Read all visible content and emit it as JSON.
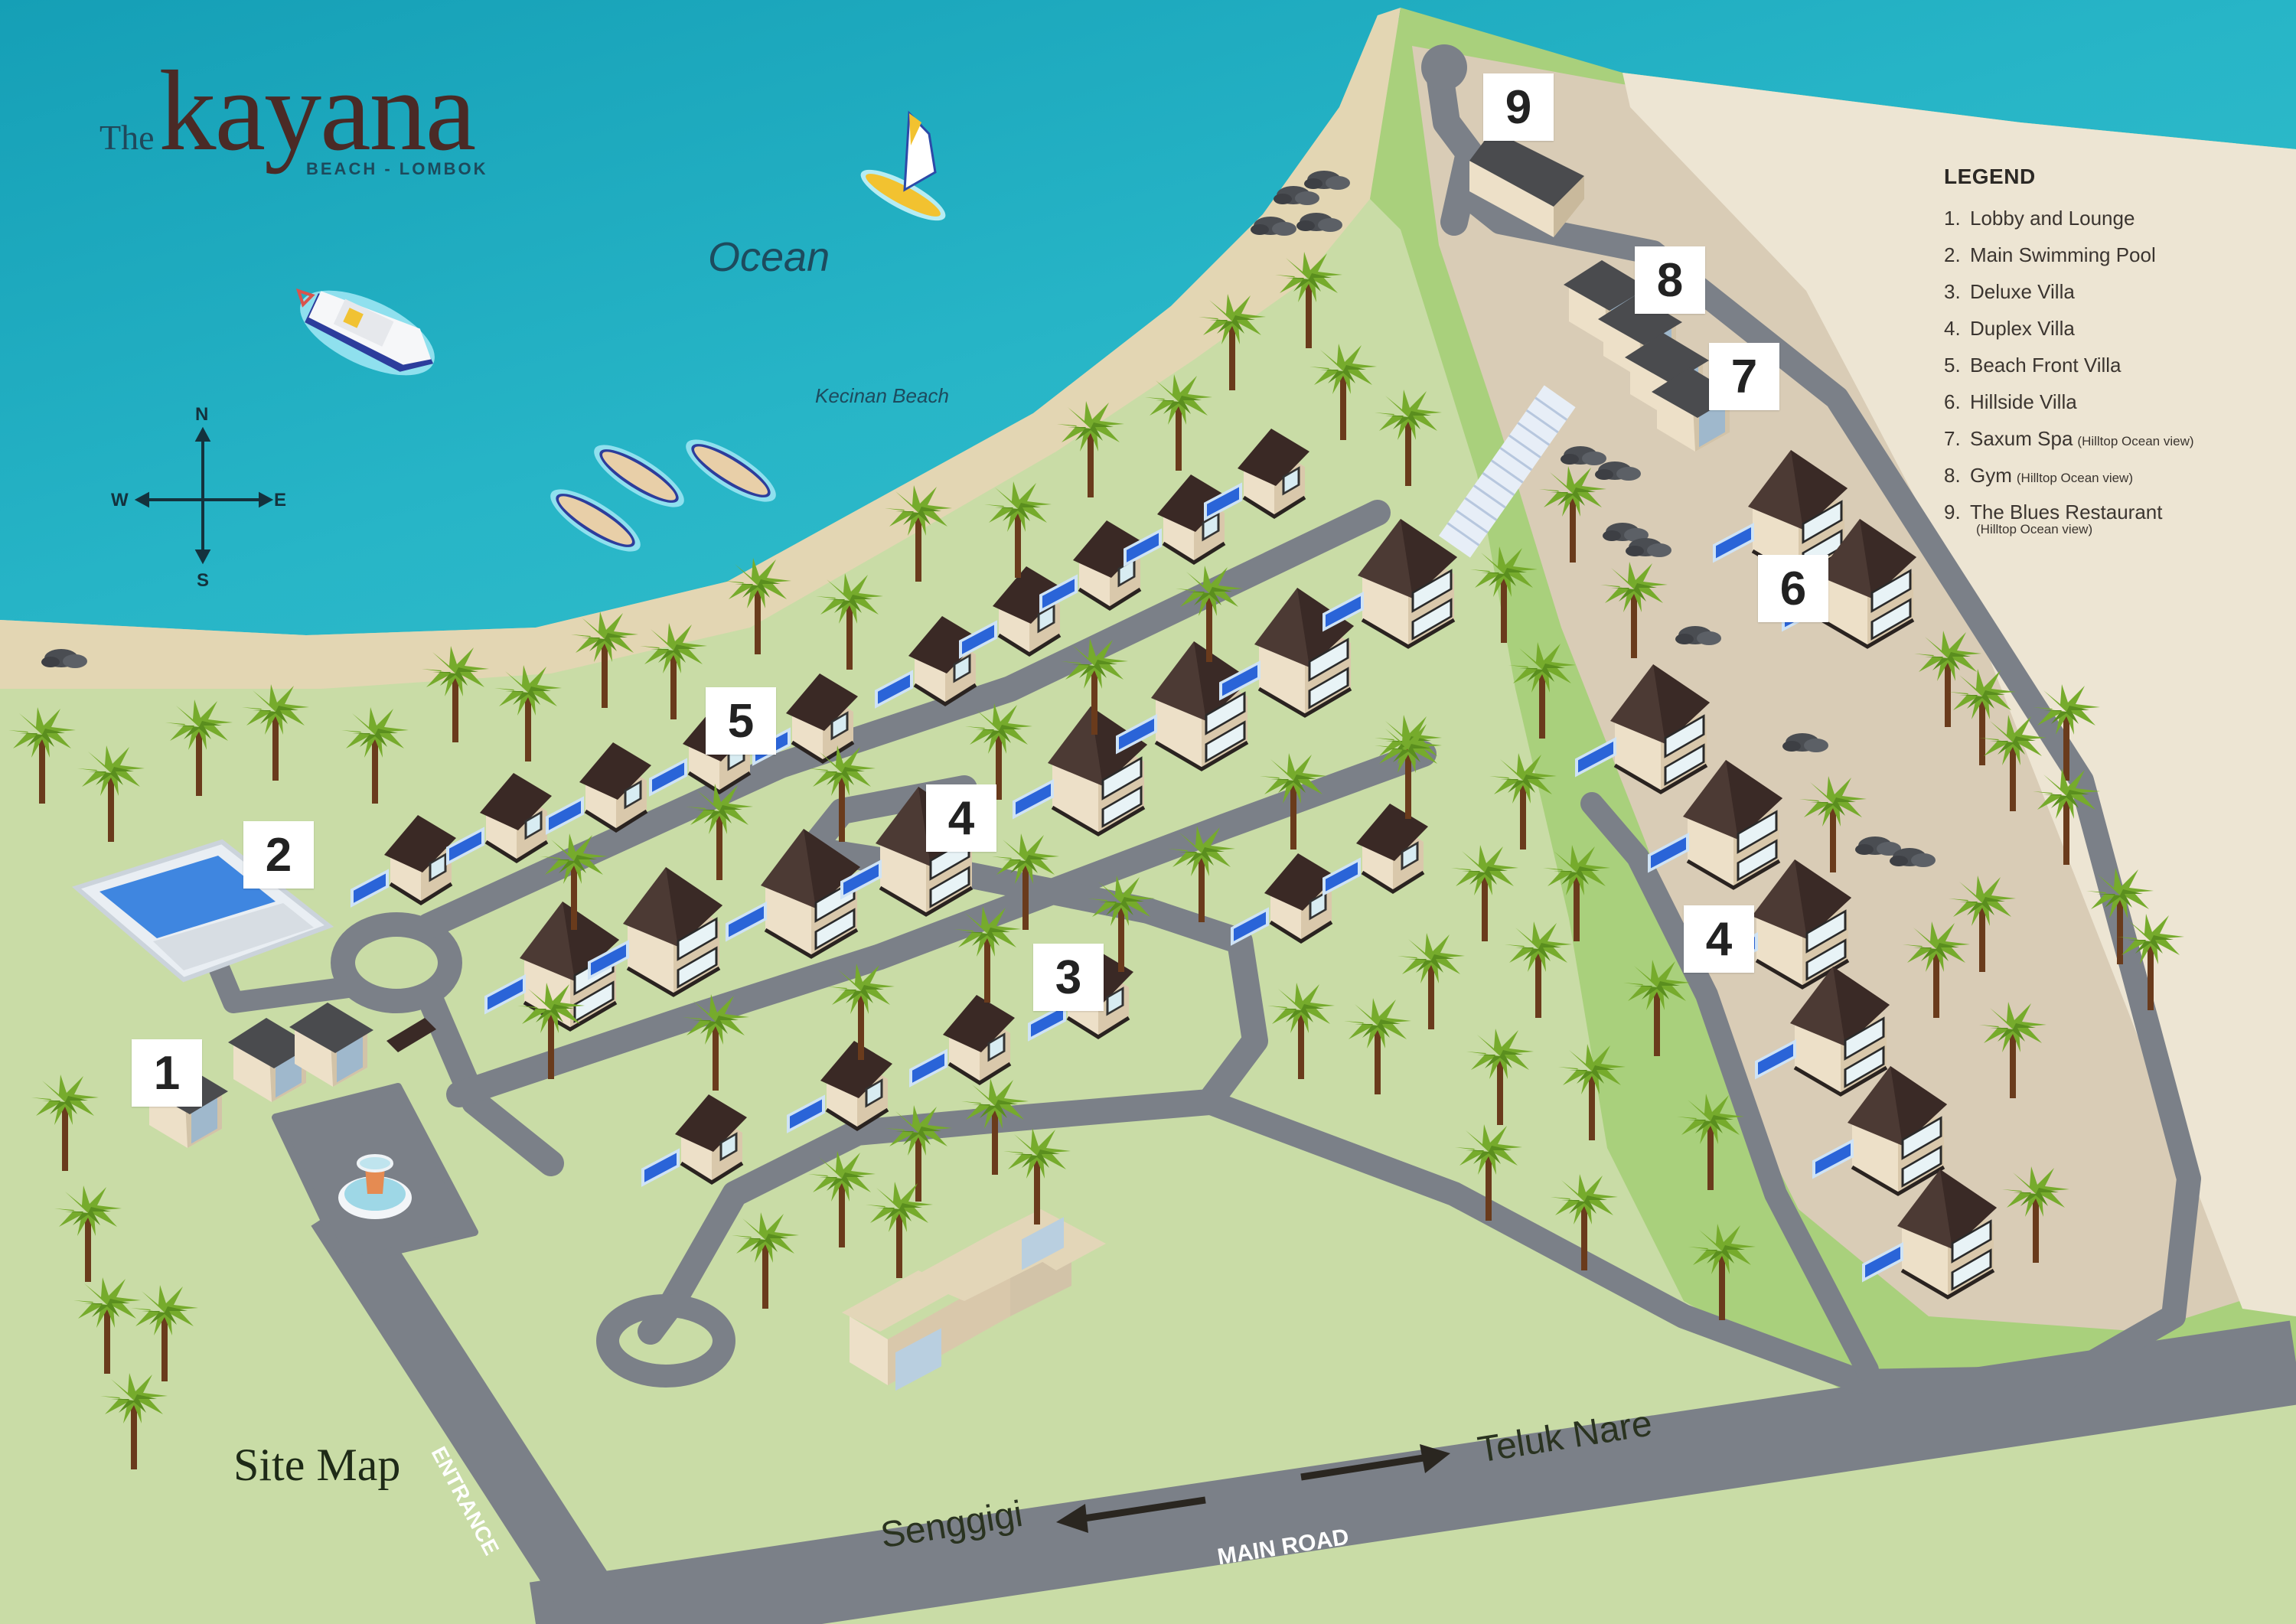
{
  "brand": {
    "prefix": "The",
    "name": "kayana",
    "subtitle": "BEACH - LOMBOK"
  },
  "labels": {
    "ocean": "Ocean",
    "beach": "Kecinan Beach",
    "site_map": "Site Map",
    "entrance": "ENTRANCE",
    "main_road": "MAIN ROAD",
    "direction_left": "Senggigi",
    "direction_right": "Teluk Nare"
  },
  "compass": {
    "north": "N",
    "south": "S",
    "east": "E",
    "west": "W"
  },
  "legend": {
    "title": "LEGEND",
    "items": [
      {
        "num": "1.",
        "label": "Lobby and Lounge",
        "note": ""
      },
      {
        "num": "2.",
        "label": "Main Swimming Pool",
        "note": ""
      },
      {
        "num": "3.",
        "label": "Deluxe Villa",
        "note": ""
      },
      {
        "num": "4.",
        "label": "Duplex Villa",
        "note": ""
      },
      {
        "num": "5.",
        "label": "Beach Front Villa",
        "note": ""
      },
      {
        "num": "6.",
        "label": "Hillside Villa",
        "note": ""
      },
      {
        "num": "7.",
        "label": "Saxum Spa",
        "note": "(Hilltop Ocean view)"
      },
      {
        "num": "8.",
        "label": "Gym",
        "note": "(Hilltop Ocean view)"
      },
      {
        "num": "9.",
        "label": "The Blues Restaurant",
        "note": "(Hilltop Ocean view)"
      }
    ]
  },
  "markers": [
    {
      "id": "1",
      "label": "1"
    },
    {
      "id": "2",
      "label": "2"
    },
    {
      "id": "3",
      "label": "3"
    },
    {
      "id": "4a",
      "label": "4"
    },
    {
      "id": "4b",
      "label": "4"
    },
    {
      "id": "5",
      "label": "5"
    },
    {
      "id": "6",
      "label": "6"
    },
    {
      "id": "7",
      "label": "7"
    },
    {
      "id": "8",
      "label": "8"
    },
    {
      "id": "9",
      "label": "9"
    }
  ],
  "colors": {
    "ocean": "#25b3c4",
    "ocean_dark": "#1a9fb5",
    "sand": "#e3d6b3",
    "grass": "#c9dca6",
    "grass_bright": "#a9d07c",
    "hill": "#d9ccb6",
    "plateau": "#ede5d3",
    "road": "#7b8088",
    "roof_dark": "#3b2a25",
    "wall": "#ede0c8",
    "pool": "#2a64d8",
    "palm": "#6fa22a",
    "trunk": "#6a3b1c",
    "text_dark": "#2c2925"
  }
}
